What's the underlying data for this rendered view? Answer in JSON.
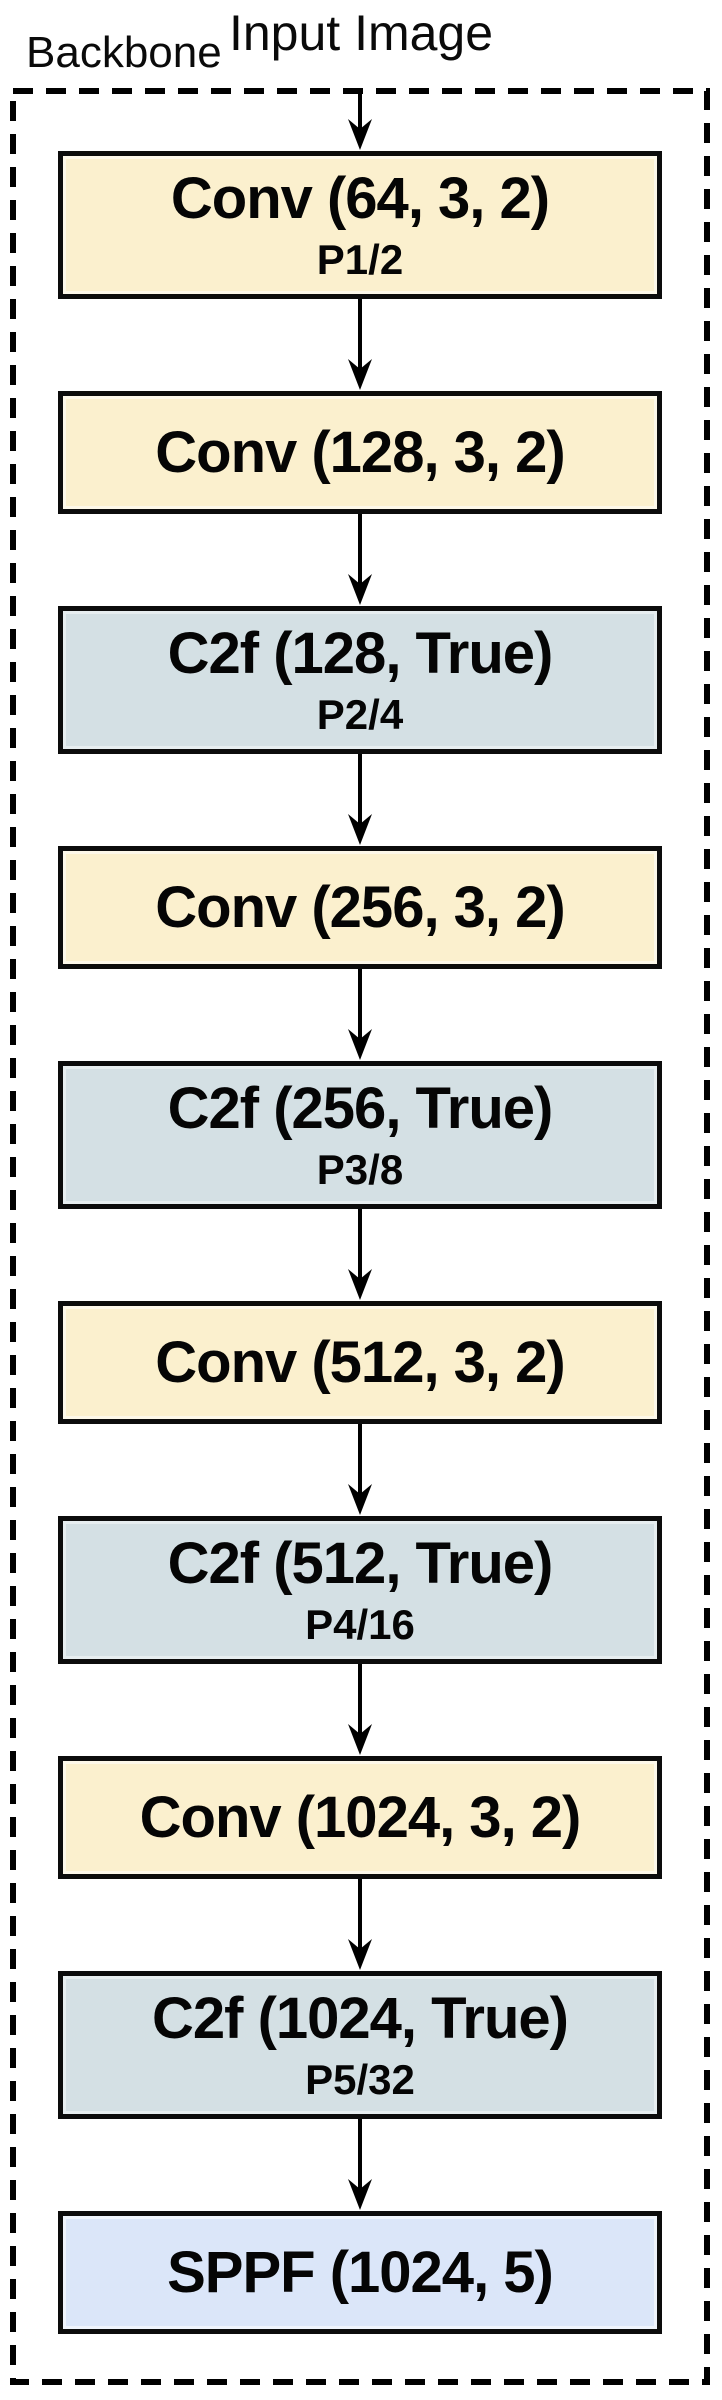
{
  "header": {
    "backbone_label": "Backbone",
    "title": "Input Image"
  },
  "colors": {
    "conv_fill": "#FBF0CE",
    "c2f_fill": "#D4E0E4",
    "sppf_fill": "#DBE6F9",
    "box_border": "#0C0C0C",
    "line": "#000000"
  },
  "backbone": {
    "blocks": [
      {
        "type": "conv",
        "label": "Conv (64, 3, 2)",
        "sublabel": "P1/2"
      },
      {
        "type": "conv",
        "label": "Conv (128, 3, 2)",
        "sublabel": ""
      },
      {
        "type": "c2f",
        "label": "C2f (128, True)",
        "sublabel": "P2/4"
      },
      {
        "type": "conv",
        "label": "Conv (256, 3, 2)",
        "sublabel": ""
      },
      {
        "type": "c2f",
        "label": "C2f (256, True)",
        "sublabel": "P3/8"
      },
      {
        "type": "conv",
        "label": "Conv (512, 3, 2)",
        "sublabel": ""
      },
      {
        "type": "c2f",
        "label": "C2f (512, True)",
        "sublabel": "P4/16"
      },
      {
        "type": "conv",
        "label": "Conv (1024, 3, 2)",
        "sublabel": ""
      },
      {
        "type": "c2f",
        "label": "C2f (1024, True)",
        "sublabel": "P5/32"
      },
      {
        "type": "sppf",
        "label": "SPPF (1024, 5)",
        "sublabel": ""
      }
    ]
  }
}
